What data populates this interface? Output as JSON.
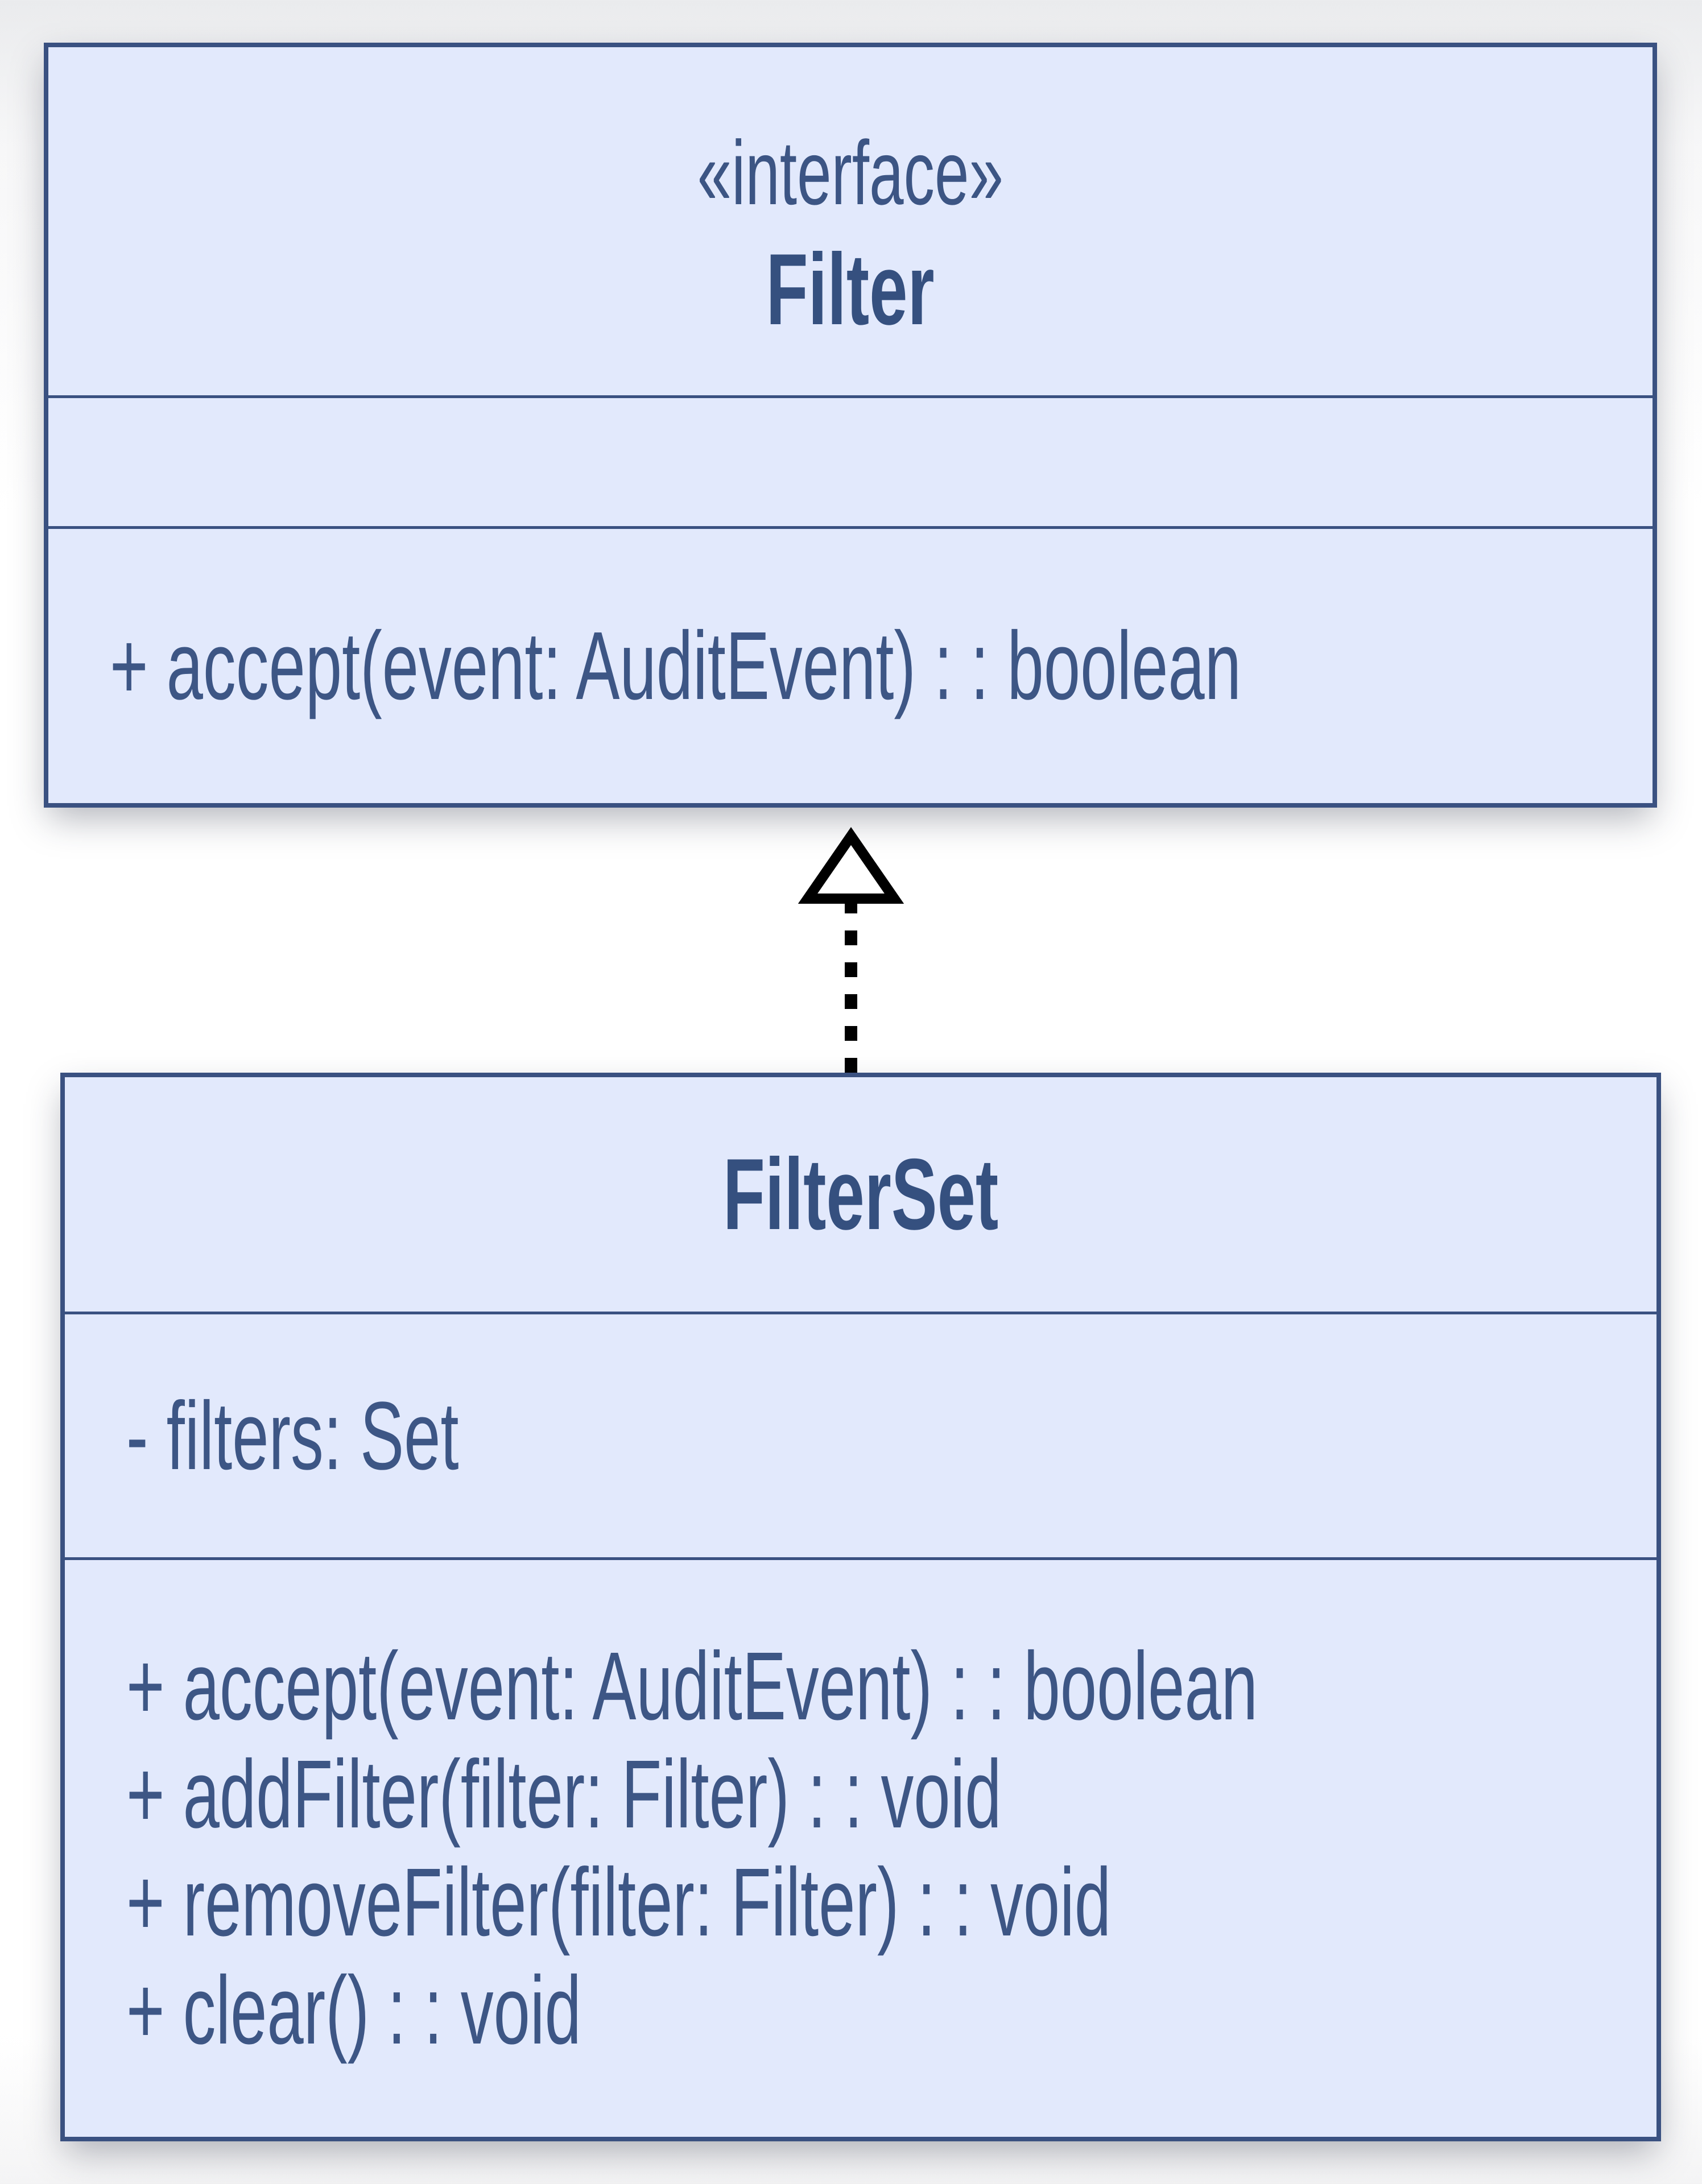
{
  "diagram": {
    "interface_class": {
      "stereotype": "«interface»",
      "name": "Filter",
      "attributes": [],
      "methods": [
        "+ accept(event: AuditEvent) : : boolean"
      ]
    },
    "implementation_class": {
      "name": "FilterSet",
      "attributes": [
        "- filters: Set"
      ],
      "methods": [
        "+ accept(event: AuditEvent) : : boolean",
        "+ addFilter(filter: Filter) : : void",
        "+ removeFilter(filter: Filter) : : void",
        "+ clear() : : void"
      ]
    },
    "relationship": {
      "type": "realization",
      "from": "FilterSet",
      "to": "Filter",
      "line_style": "dashed",
      "arrowhead": "hollow-triangle"
    },
    "colors": {
      "box_fill": "#e2e9fc",
      "box_border": "#3a5181",
      "text": "#3d5685",
      "arrow": "#000000"
    }
  }
}
